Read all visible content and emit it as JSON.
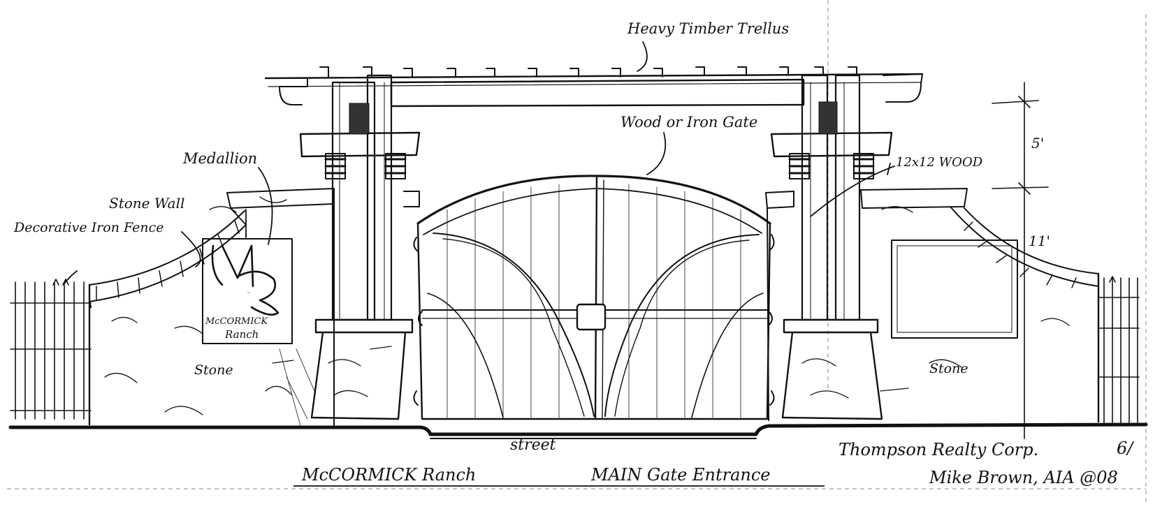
{
  "labels": {
    "trellis": "Heavy Timber Trellus",
    "gate": "Wood or Iron Gate",
    "medallion": "Medallion",
    "stone_wall": "Stone Wall",
    "iron_fence": "Decorative Iron Fence",
    "wood_post": "12x12 WOOD",
    "stone_left": "Stone",
    "stone_right": "Stone",
    "street": "street",
    "dim_upper": "5'",
    "dim_lower": "11'"
  },
  "medallion": {
    "monogram": "MR",
    "line1": "McCORMICK",
    "line2": "Ranch"
  },
  "title_block": {
    "project": "McCORMICK Ranch",
    "sheet_title": "MAIN Gate Entrance",
    "client": "Thompson Realty Corp.",
    "architect": "Mike Brown, AIA @08",
    "sheet_number": "6/"
  }
}
